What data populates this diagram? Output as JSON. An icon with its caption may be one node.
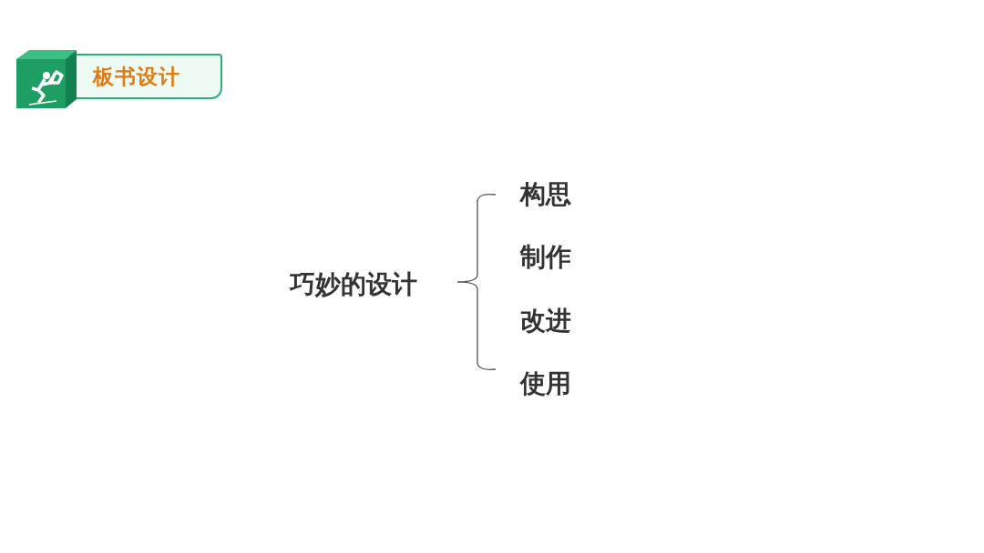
{
  "diagram": {
    "title": "板书设计",
    "labels": [
      "巧妙的设计",
      "构思",
      "制作",
      "改进",
      "使用"
    ]
  }
}
